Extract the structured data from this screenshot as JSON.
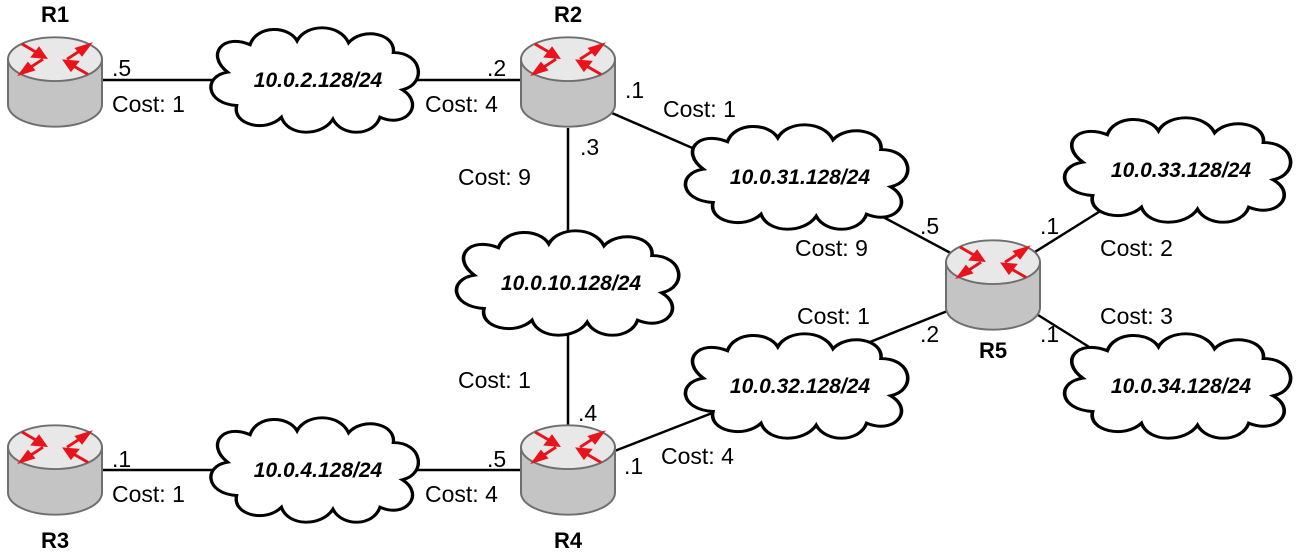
{
  "routers": {
    "r1": {
      "name": "R1"
    },
    "r2": {
      "name": "R2"
    },
    "r3": {
      "name": "R3"
    },
    "r4": {
      "name": "R4"
    },
    "r5": {
      "name": "R5"
    }
  },
  "networks": {
    "n2": "10.0.2.128/24",
    "n4": "10.0.4.128/24",
    "n10": "10.0.10.128/24",
    "n31": "10.0.31.128/24",
    "n32": "10.0.32.128/24",
    "n33": "10.0.33.128/24",
    "n34": "10.0.34.128/24"
  },
  "links": {
    "r1_n2": {
      "r_ip": ".5",
      "r_cost": "Cost: 1"
    },
    "r2_n2": {
      "r_ip": ".2",
      "r_cost": "Cost: 4"
    },
    "r2_n31": {
      "r_ip": ".1",
      "r_cost": "Cost: 1"
    },
    "r2_n10": {
      "r_ip": ".3",
      "r_cost": "Cost: 9"
    },
    "r4_n10": {
      "r_ip": ".4",
      "r_cost": "Cost: 1"
    },
    "r3_n4": {
      "r_ip": ".1",
      "r_cost": "Cost: 1"
    },
    "r4_n4": {
      "r_ip": ".5",
      "r_cost": "Cost: 4"
    },
    "r4_n32": {
      "r_ip": ".1",
      "r_cost": "Cost: 4"
    },
    "r5_n31": {
      "r_ip": ".5",
      "r_cost": "Cost: 9"
    },
    "r5_n32": {
      "r_ip": ".2",
      "r_cost": "Cost: 1"
    },
    "r5_n33": {
      "r_ip": ".1",
      "r_cost": "Cost: 2"
    },
    "r5_n34": {
      "r_ip": ".1",
      "r_cost": "Cost: 3"
    }
  },
  "colors": {
    "router_top": "#e8e8e8",
    "router_side": "#c4c4c4",
    "router_arrow": "#e8131b"
  }
}
